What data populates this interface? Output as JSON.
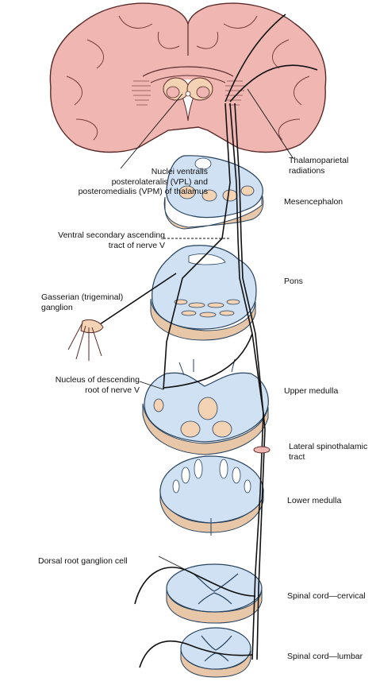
{
  "colors": {
    "brain_fill": "#f0b7b2",
    "brain_edge": "#5a2a2a",
    "section_fill": "#cfe1f3",
    "section_edge": "#27425e",
    "section_rim": "#e8c7a8",
    "nuclei_fill": "#f4d2b4",
    "tract_line": "#111111"
  },
  "labels": {
    "thalamus_nuclei": "Nuclei ventralis\nposterolateralis (VPL) and\nposteromedialis (VPM) of thalamus",
    "thalamoparietal": "Thalamoparietal\nradiations",
    "mesencephalon": "Mesencephalon",
    "ventral_tract": "Ventral secondary ascending\ntract of nerve V",
    "pons": "Pons",
    "gasserian": "Gasserian (trigeminal)\nganglion",
    "descending_nucleus": "Nucleus of descending\nroot of nerve V",
    "upper_medulla": "Upper medulla",
    "lateral_spinothalamic": "Lateral spinothalamic\ntract",
    "lower_medulla": "Lower medulla",
    "dorsal_root": "Dorsal root ganglion cell",
    "spinal_cervical": "Spinal cord—cervical",
    "spinal_lumbar": "Spinal cord—lumbar"
  }
}
